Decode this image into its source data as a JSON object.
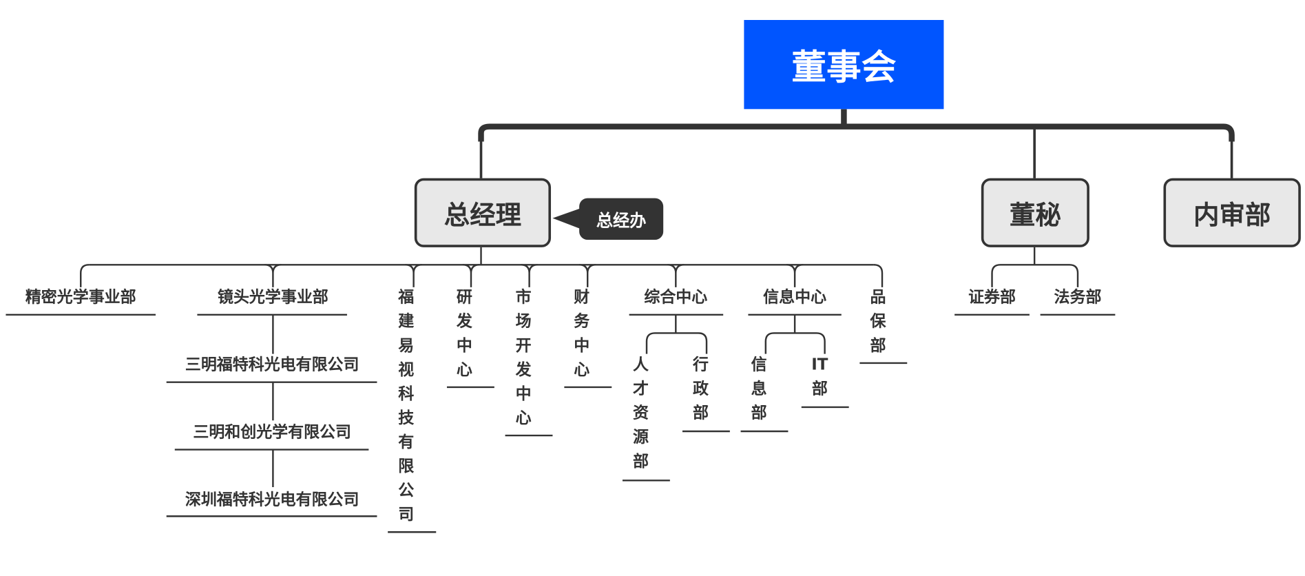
{
  "root": {
    "label": "董事会",
    "color": "#0055ff"
  },
  "level1": {
    "gm": "总经理",
    "gm_office": "总经办",
    "secretary": "董秘",
    "audit": "内审部"
  },
  "gm_children": {
    "precision_optics": "精密光学事业部",
    "lens_optics": "镜头光学事业部",
    "lens_subsidiaries": [
      "三明福特科光电有限公司",
      "三明和创光学有限公司",
      "深圳福特科光电有限公司"
    ],
    "fujian_yishi": "福建易视科技有限公司",
    "rd_center": "研发中心",
    "marketing_center": "市场开发中心",
    "finance_center": "财务中心",
    "general_center": "综合中心",
    "general_children": [
      "人才资源部",
      "行政部"
    ],
    "info_center": "信息中心",
    "info_children": [
      "信息部",
      "IT部"
    ],
    "quality": "品保部"
  },
  "secretary_children": [
    "证券部",
    "法务部"
  ]
}
